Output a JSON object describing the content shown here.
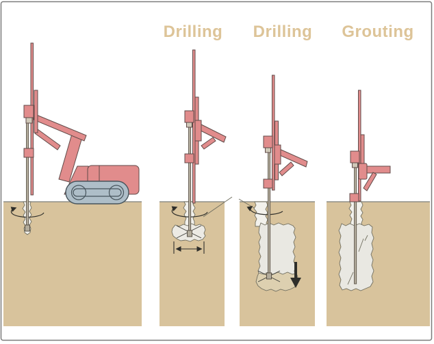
{
  "diagram": {
    "subject": "soil-mixing drill rig process diagram",
    "panel_count": 4
  },
  "stages": [
    {
      "name": "rig-overview",
      "label": ""
    },
    {
      "name": "drilling-stage-1",
      "label": "Drilling"
    },
    {
      "name": "drilling-stage-2",
      "label": "Drilling"
    },
    {
      "name": "grouting-stage",
      "label": "Grouting"
    }
  ],
  "colors": {
    "page_background": "#ffffff",
    "frame_border": "#7b7b7b",
    "machine_pink": "#e18c8c",
    "machine_outline": "#5f4a48",
    "track_fill": "#aebec8",
    "track_outline": "#46535b",
    "ground": "#d8c39c",
    "ground_surface_line": "#8f8f88",
    "hole_fill": "#f2f1ec",
    "grout_column_fill": "#e9e8e2",
    "mixed_soil_fill": "#ddd0b0",
    "rod_fill": "#b3ac9c",
    "label_text": "#ddc498",
    "arrow_color": "#2e2e2a"
  },
  "icons": {
    "rotation_arrow": "elliptical-rotation-arrow",
    "down_arrow": "downward-advance-arrow",
    "dimension_arrow": "column-diameter-dimension-arrow"
  }
}
